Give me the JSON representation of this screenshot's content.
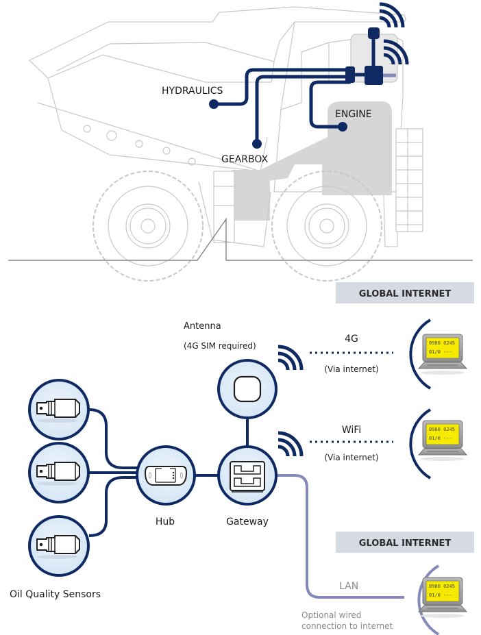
{
  "truck": {
    "labels": {
      "hydraulics": "HYDRAULICS",
      "gearbox": "GEARBOX",
      "engine": "ENGINE"
    },
    "icons": [
      "dump-truck-outline",
      "wireless-signal-icon",
      "wireless-signal-icon",
      "gateway-unit",
      "antenna-unit"
    ]
  },
  "network": {
    "banners": {
      "top": "GLOBAL INTERNET",
      "bottom": "GLOBAL INTERNET"
    },
    "antenna": {
      "title": "Antenna",
      "note": "(4G SIM required)"
    },
    "links": {
      "cellular": {
        "label": "4G",
        "sublabel": "(Via internet)"
      },
      "wifi": {
        "label": "WiFi",
        "sublabel": "(Via internet)"
      },
      "lan": {
        "label": "LAN",
        "note_line1": "Optional wired",
        "note_line2": "connection to internet"
      }
    },
    "nodes": {
      "hub": "Hub",
      "gateway": "Gateway",
      "sensors": "Oil Quality Sensors"
    },
    "laptop_screen": {
      "line1": "0900 0245",
      "line2": "01/0  ---"
    }
  },
  "colors": {
    "navy": "#0f2a63",
    "node_fill": "#dbeaf7",
    "banner_bg": "#d5dae3",
    "lan_line": "#8589b8",
    "screen": "#f5ea00",
    "truck_line": "#c8c8c8",
    "ground_line": "#888888"
  }
}
